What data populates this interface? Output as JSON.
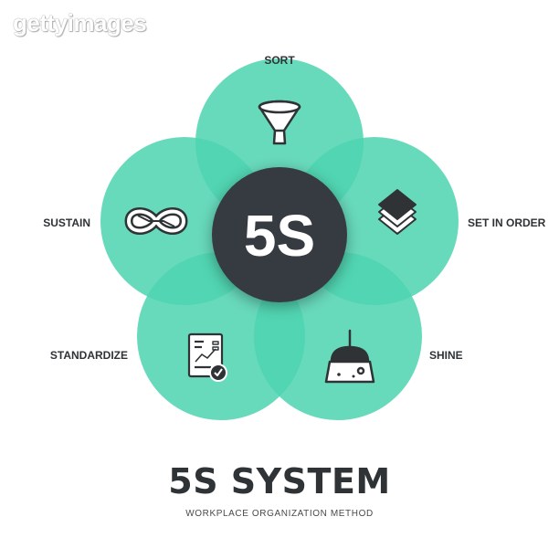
{
  "watermark": "gettyimages",
  "center_label": "5S",
  "petals": [
    {
      "label": "SORT",
      "icon": "funnel-icon"
    },
    {
      "label": "SET IN ORDER",
      "icon": "layers-icon"
    },
    {
      "label": "SHINE",
      "icon": "dustpan-icon"
    },
    {
      "label": "STANDARDIZE",
      "icon": "checklist-document-icon"
    },
    {
      "label": "SUSTAIN",
      "icon": "infinity-icon"
    }
  ],
  "title": "5S SYSTEM",
  "subtitle": "WORKPLACE ORGANIZATION METHOD",
  "colors": {
    "petal": "#4dd4b0",
    "overlap": "#3fbf9d",
    "center": "#363b3f",
    "text": "#2f3336"
  }
}
